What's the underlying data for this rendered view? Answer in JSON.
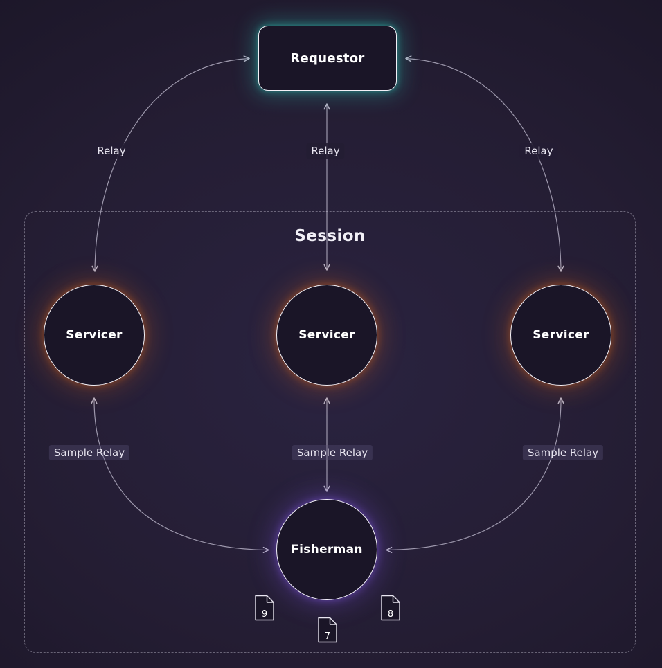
{
  "session": {
    "title": "Session"
  },
  "nodes": {
    "requestor": {
      "label": "Requestor"
    },
    "servicers": [
      {
        "label": "Servicer"
      },
      {
        "label": "Servicer"
      },
      {
        "label": "Servicer"
      }
    ],
    "fisherman": {
      "label": "Fisherman"
    }
  },
  "edges": {
    "relay_labels": [
      "Relay",
      "Relay",
      "Relay"
    ],
    "sample_relay_labels": [
      "Sample Relay",
      "Sample Relay",
      "Sample Relay"
    ]
  },
  "documents": [
    {
      "icon": "document-icon",
      "value": "9"
    },
    {
      "icon": "document-icon",
      "value": "7"
    },
    {
      "icon": "document-icon",
      "value": "8"
    }
  ],
  "colors": {
    "requestor_glow": "#2dd4bf",
    "servicer_glow": "#f97316",
    "fisherman_glow": "#8b5cf6",
    "node_fill": "#1a1527",
    "node_border": "#f2f0f7",
    "edge_line": "#aba6ba",
    "background_center": "#2a2340",
    "background_edge": "#141020",
    "text": "#ffffff"
  }
}
